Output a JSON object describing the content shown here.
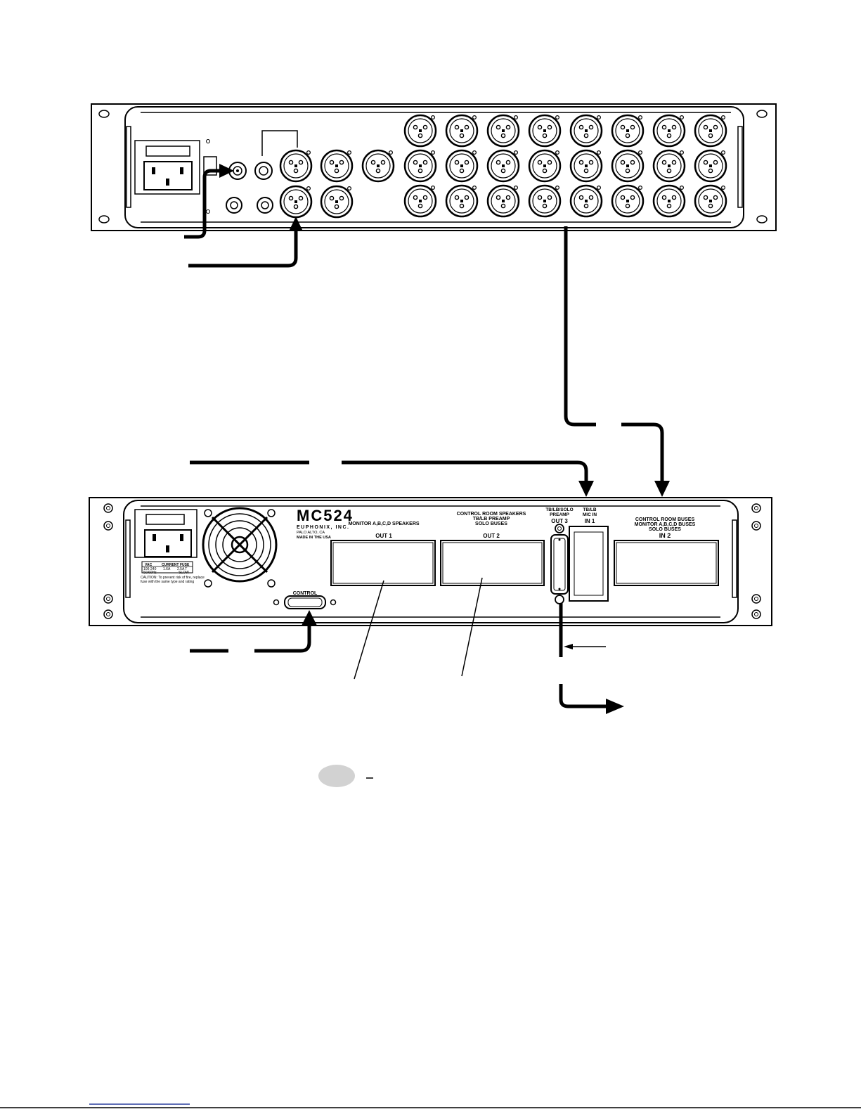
{
  "upper_unit": {
    "xlr_rows": 3,
    "xlr_cols": 8
  },
  "lower_unit": {
    "model": "MC524",
    "maker_lines": [
      "EUPHONIX, INC.",
      "PALO ALTO, CA",
      "MADE IN THE USA"
    ],
    "rating_headers": [
      "VAC",
      "CURRENT",
      "FUSE"
    ],
    "rating_values": [
      "100-240",
      "1.6A",
      "2.5A T"
    ],
    "rating_values2": [
      "50/60Hz",
      "",
      "SLOW"
    ],
    "caution_lines": [
      "CAUTION: To prevent risk of fire, replace",
      "fuse with the same type and rating"
    ],
    "control_label": "CONTROL",
    "out1": {
      "lines": [
        "MONITOR A,B,C,D SPEAKERS"
      ],
      "name": "OUT 1"
    },
    "out2": {
      "lines": [
        "CONTROL ROOM SPEAKERS",
        "TB/LB PREAMP",
        "SOLO BUSES"
      ],
      "name": "OUT 2"
    },
    "out3": {
      "lines": [
        "TB/LB/SOLO",
        "PREAMP"
      ],
      "name": "OUT 3"
    },
    "in1": {
      "lines": [
        "TB/LB",
        "MIC IN"
      ],
      "name": "IN 1"
    },
    "in2": {
      "lines": [
        "CONTROL ROOM BUSES",
        "MONITOR A,B,C,D BUSES",
        "SOLO BUSES"
      ],
      "name": "IN 2"
    }
  }
}
